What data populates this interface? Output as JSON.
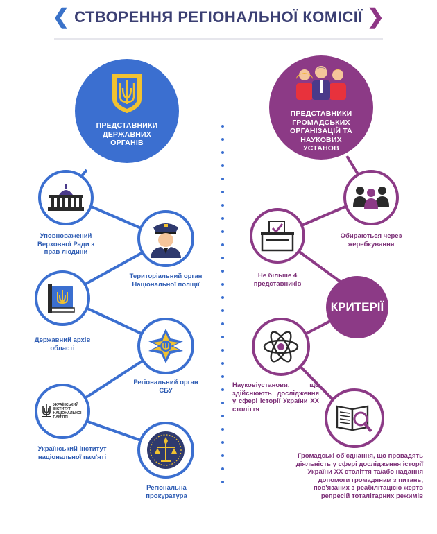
{
  "title": "СТВОРЕННЯ РЕГІОНАЛЬНОЇ КОМІСІЇ",
  "left": {
    "main_label": "ПРЕДСТАВНИКИ ДЕРЖАВНИХ ОРГАНІВ",
    "items": [
      {
        "label": "Уповноважений Верховної Ради з прав людини",
        "icon": "parliament-icon"
      },
      {
        "label": "Територіальний орган Національної поліції",
        "icon": "police-officer-icon"
      },
      {
        "label": "Державний архів області",
        "icon": "archive-book-icon"
      },
      {
        "label": "Регіональний орган СБУ",
        "icon": "sbu-emblem-icon"
      },
      {
        "label": "Український інститут національної пам'яті",
        "icon": "institute-logo-icon"
      },
      {
        "label": "Регіональна прокуратура",
        "icon": "prosecutor-emblem-icon"
      }
    ],
    "institute_logo_text": "УКРАЇНСЬКИЙ ІНСТИТУТ НАЦІОНАЛЬНОЇ ПАМ'ЯТІ"
  },
  "right": {
    "main_label": "ПРЕДСТАВНИКИ ГРОМАДСЬКИХ ОРГАНІЗАЦІЙ ТА НАУКОВИХ УСТАНОВ",
    "items": [
      {
        "label": "Обираються через жеребкування",
        "icon": "group-people-icon"
      },
      {
        "label": "Не більше 4 представників",
        "icon": "ballot-box-icon"
      },
      {
        "label": "Науковіустанови, що здійснюють дослідження у сфері історії України XX століття",
        "icon": "atom-icon"
      },
      {
        "label": "Громадські об'єднання, що провадять діяльність у сфері дослідження історії України XX століття та/або надання допомоги громадянам з питань, пов'язаних з реабілітацією жертв репресій тоталітарних режимів",
        "icon": "book-magnifier-icon"
      }
    ],
    "criteria_label": "КРИТЕРІЇ"
  },
  "colors": {
    "blue": "#3b6fd0",
    "purple": "#8c3a86",
    "title": "#3b3f73"
  }
}
